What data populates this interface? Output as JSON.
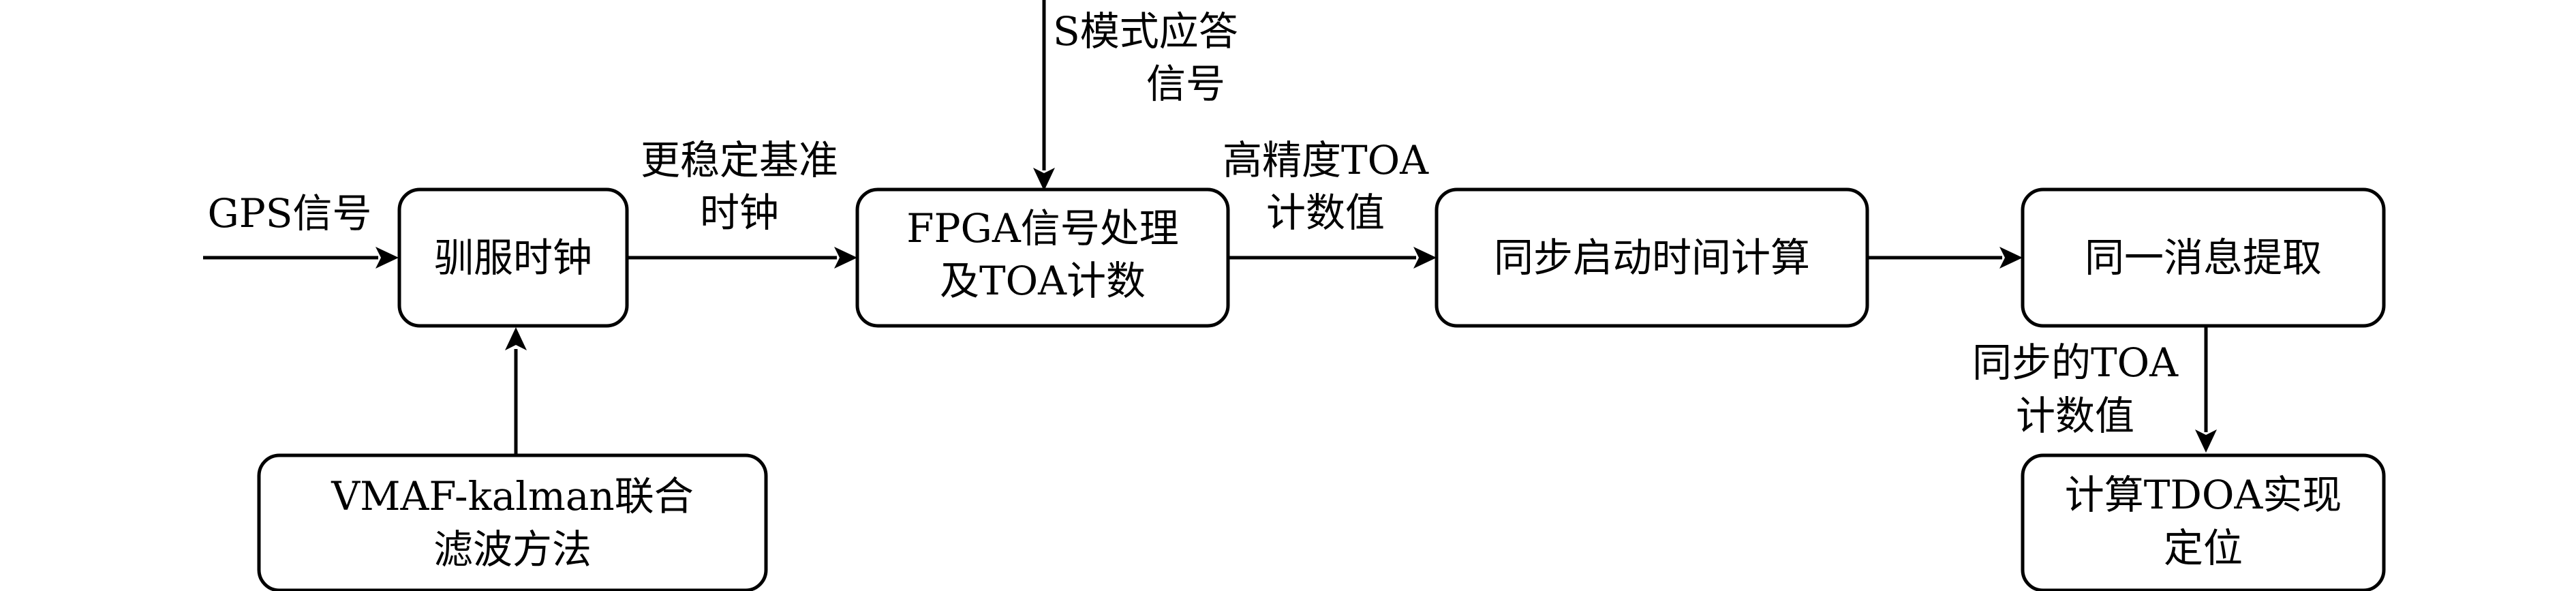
{
  "nodes": {
    "taming_clock": {
      "lines": [
        "驯服时钟"
      ]
    },
    "fpga": {
      "lines": [
        "FPGA信号处理",
        "及TOA计数"
      ]
    },
    "sync_start": {
      "lines": [
        "同步启动时间计算"
      ]
    },
    "same_message": {
      "lines": [
        "同一消息提取"
      ]
    },
    "vmaf": {
      "lines": [
        "VMAF-kalman联合",
        "滤波方法"
      ]
    },
    "tdoa": {
      "lines": [
        "计算TDOA实现",
        "定位"
      ]
    }
  },
  "edges": {
    "gps_in": {
      "lines": [
        "GPS信号"
      ]
    },
    "s_mode": {
      "lines": [
        "S模式应答",
        "信号"
      ]
    },
    "stable_clock": {
      "lines": [
        "更稳定基准",
        "时钟"
      ]
    },
    "toa_high": {
      "lines": [
        "高精度TOA",
        "计数值"
      ]
    },
    "sync_toa": {
      "lines": [
        "同步的TOA",
        "计数值"
      ]
    },
    "vmaf_to_clock": {
      "lines": []
    },
    "sync_to_msg": {
      "lines": []
    }
  }
}
